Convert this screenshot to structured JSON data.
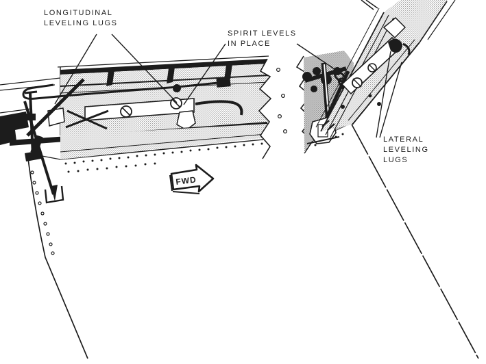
{
  "colors": {
    "background": "#ffffff",
    "ink": "#1c1c1c",
    "halftone_dot": "#a6a6a6"
  },
  "callouts": {
    "longitudinal_leveling_lugs": {
      "line1": "LONGITUDINAL",
      "line2": "LEVELING LUGS"
    },
    "spirit_levels_in_place": {
      "line1": "SPIRIT LEVELS",
      "line2": "IN PLACE"
    },
    "lateral_leveling_lugs": {
      "line1": "LATERAL",
      "line2": "LEVELING",
      "line3": "LUGS"
    }
  },
  "fwd_arrow": {
    "label": "FWD",
    "direction": "right"
  }
}
